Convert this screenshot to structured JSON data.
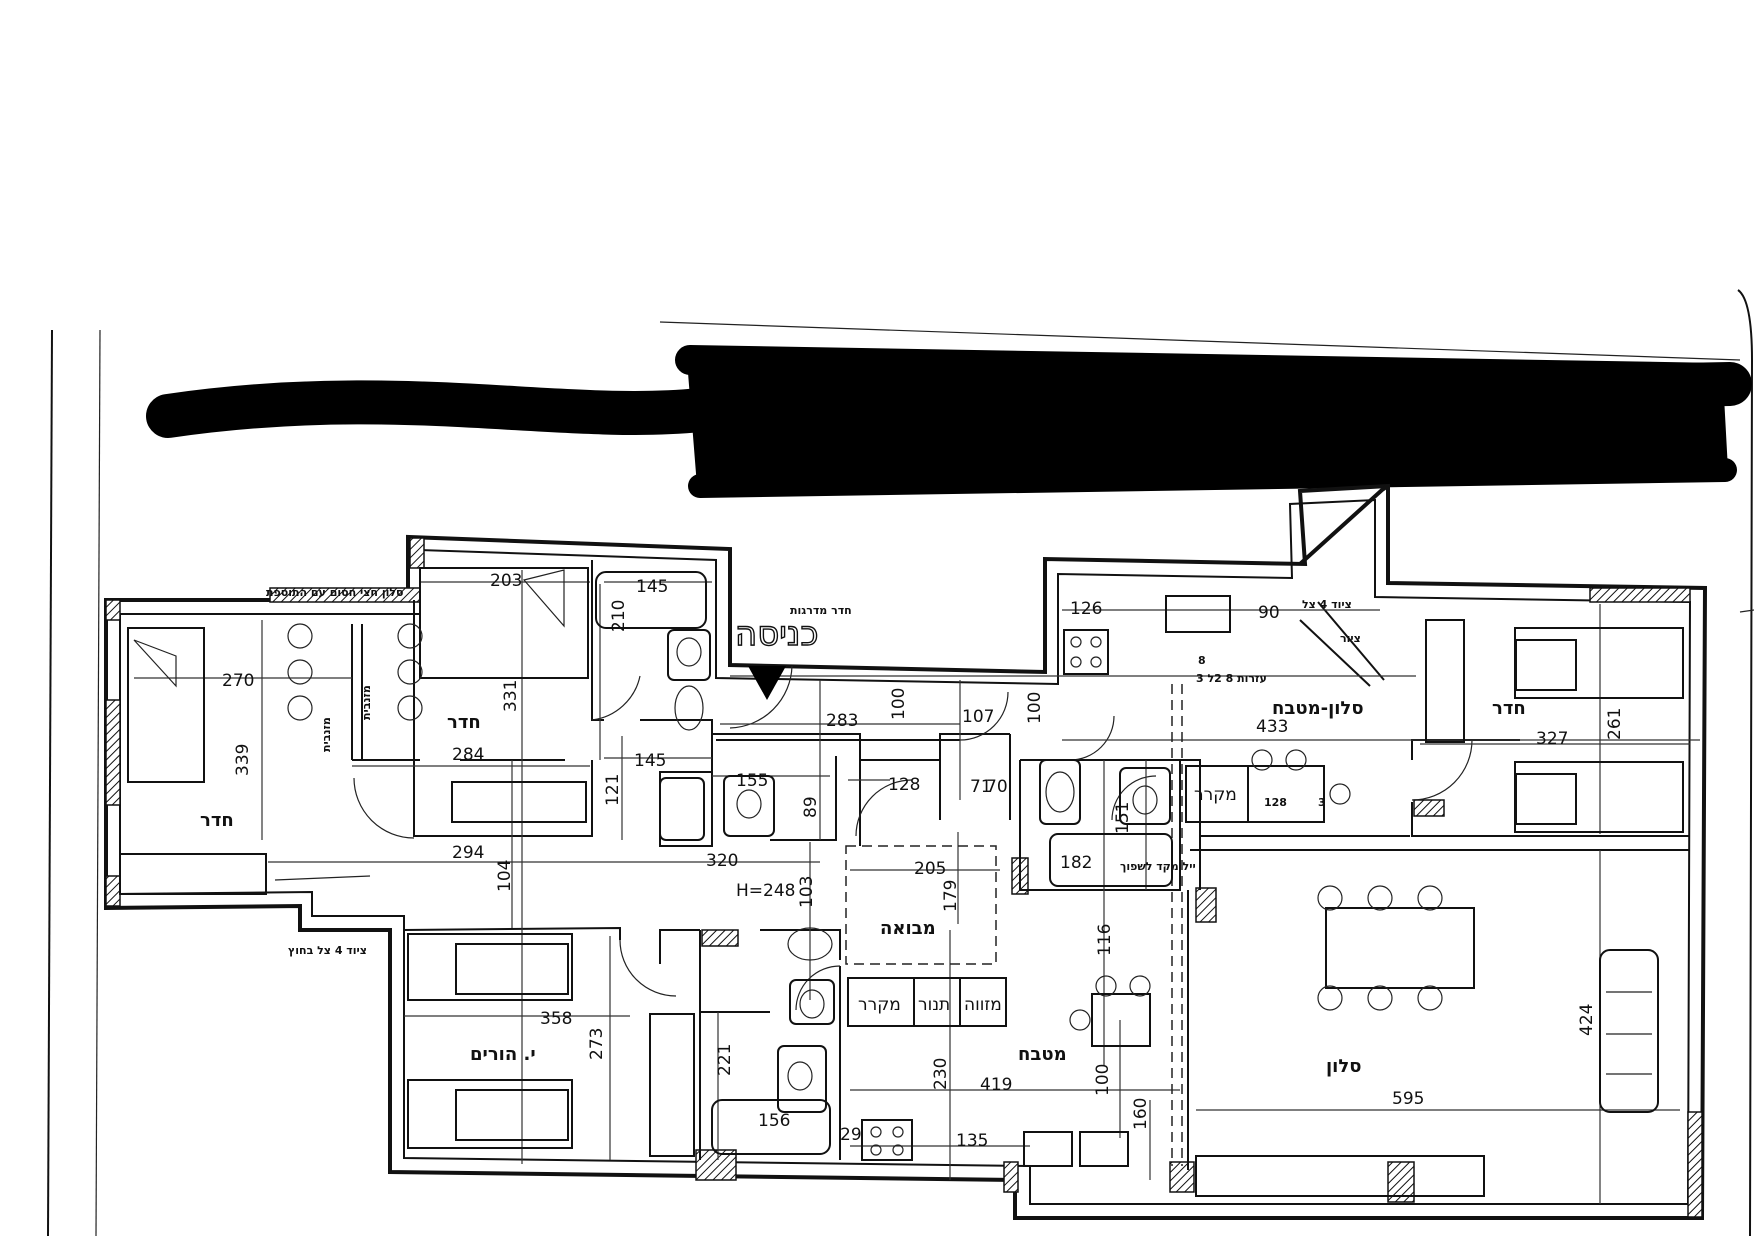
{
  "plan": {
    "entrance_label": "כניסה",
    "rooms": {
      "room_west": "חדר",
      "room_north": "חדר",
      "room_east": "חדר",
      "living_kitchen": "סלון-מטבח",
      "entry_hall": "מבואה",
      "kitchen": "מטבח",
      "living": "סלון",
      "parents": "י. הורים"
    },
    "fixtures": {
      "fridge_upper": "מקרר",
      "fridge_lower": "מקרר",
      "oven": "תנור",
      "oven_cabinet": "מזווה"
    },
    "notes": {
      "safe_room": "חדר מדרגות",
      "living_semi_closed": "סלון חצי חסום עם התוספת",
      "outdoor_unit_4": "ציוד 4 צל בחוץ",
      "equipment_north": "ציוד 4 צל",
      "balcony_mark": "ציור",
      "service_3": "3 עזרות 8 2ל",
      "laundry": "ייל מקד לשפוך",
      "wardrobe_a": "מזנבית",
      "wardrobe_b": "מזנבית",
      "mark_128": "128",
      "mark_3": "3",
      "mark_8": "8"
    },
    "height_label": "H=248",
    "dimensions": {
      "d203": "203",
      "d145a": "145",
      "d270": "270",
      "d339": "339",
      "d331": "331",
      "d284": "284",
      "d210": "210",
      "d145b": "145",
      "d121": "121",
      "d155": "155",
      "d89": "89",
      "d128": "128",
      "d283": "283",
      "d100a": "100",
      "d107": "107",
      "d100b": "100",
      "d71": "71",
      "d70": "70",
      "d126": "126",
      "d90": "90",
      "d433": "433",
      "d327": "327",
      "d261": "261",
      "d151": "151",
      "d182": "182",
      "d294": "294",
      "d104": "104",
      "d320": "320",
      "d103": "103",
      "d205": "205",
      "d179": "179",
      "d116": "116",
      "d358": "358",
      "d273": "273",
      "d221": "221",
      "d156": "156",
      "d29": "29",
      "d230": "230",
      "d135": "135",
      "d419": "419",
      "d100c": "100",
      "d160": "160",
      "d424": "424",
      "d595": "595"
    }
  }
}
